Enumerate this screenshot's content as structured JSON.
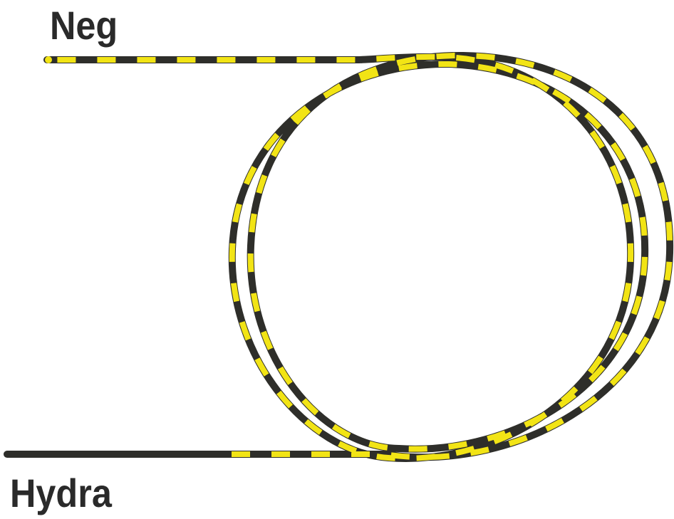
{
  "labels": {
    "top": "Neg",
    "bottom": "Hydra"
  },
  "colors": {
    "stripe_yellow": "#f2e415",
    "stripe_dark": "#2e2e2a",
    "label_text": "#2a2a2a",
    "background": "#ffffff"
  },
  "strand": {
    "loop_count": 3
  }
}
